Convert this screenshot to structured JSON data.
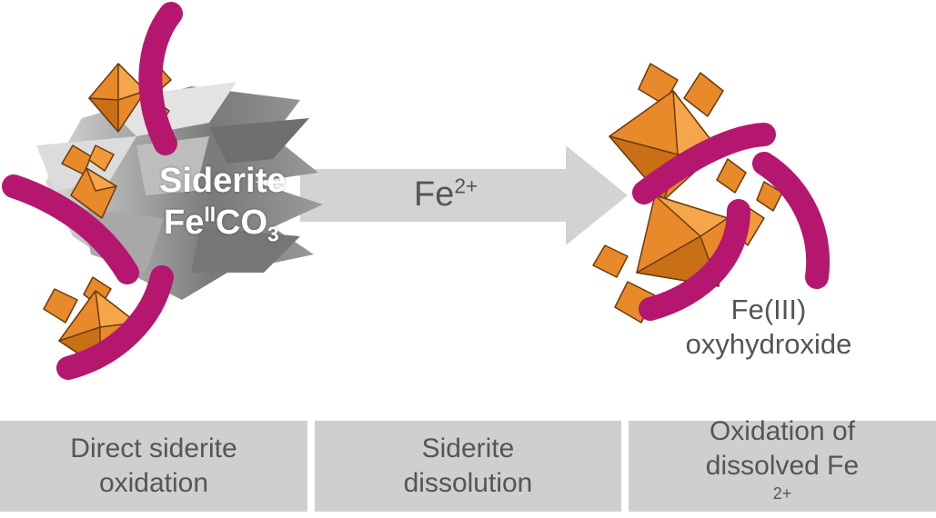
{
  "colors": {
    "arrow": "#d3d3d3",
    "mineral_orange": "#e8892a",
    "mineral_edge": "#6a3a0f",
    "bacteria_magenta": "#b5176e",
    "siderite_gray": "#8a8a8a",
    "panel_bg": "#cfcfcf",
    "text_gray": "#555555"
  },
  "siderite": {
    "name": "Siderite",
    "formula_prefix": "Fe",
    "formula_ox": "II",
    "formula_mid": "CO",
    "formula_sub": "3"
  },
  "arrow": {
    "ion": "Fe",
    "charge": "2+"
  },
  "product": {
    "line1": "Fe(III)",
    "line2": "oxyhydroxide"
  },
  "panels": [
    {
      "line1": "Direct siderite",
      "line2": "oxidation"
    },
    {
      "line1": "Siderite",
      "line2": "dissolution"
    },
    {
      "line1": "Oxidation of",
      "line2": "dissolved Fe",
      "line2_sup": "2+"
    }
  ]
}
